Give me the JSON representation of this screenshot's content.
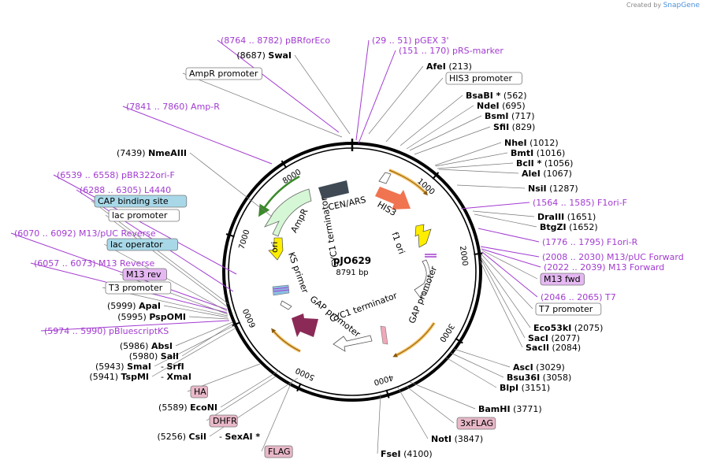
{
  "brand": {
    "prefix": "Created by",
    "name": "SnapGene"
  },
  "plasmid": {
    "name": "pJO629",
    "size": "8791 bp",
    "total_bp": 8791
  },
  "ticks": [
    {
      "bp": 1000,
      "label": "1000"
    },
    {
      "bp": 2000,
      "label": "2000"
    },
    {
      "bp": 3000,
      "label": "3000"
    },
    {
      "bp": 4000,
      "label": "4000"
    },
    {
      "bp": 5000,
      "label": "5000"
    },
    {
      "bp": 6000,
      "label": "6000"
    },
    {
      "bp": 7000,
      "label": "7000"
    },
    {
      "bp": 8000,
      "label": "8000"
    }
  ],
  "inner_features": [
    {
      "label": "CEN/ARS"
    },
    {
      "label": "HIS3"
    },
    {
      "label": "f1 ori"
    },
    {
      "label": "GAP promoter"
    },
    {
      "label": "CYC1 terminator"
    },
    {
      "label": "GAP promoter"
    },
    {
      "label": "CYC1 terminator"
    },
    {
      "label": "KS primer"
    },
    {
      "label": "ori"
    },
    {
      "label": "AmpR"
    }
  ],
  "labels": [
    {
      "name": "pbrforeco",
      "pos": "(8764 .. 8782)",
      "text": "pBRforEco",
      "color": "purple"
    },
    {
      "name": "pgex3",
      "pos": "(29 .. 51)",
      "text": "pGEX 3'",
      "color": "purple"
    },
    {
      "name": "swai",
      "pos": "(8687)",
      "text": "SwaI",
      "color": "black"
    },
    {
      "name": "prs-marker",
      "pos": "(151 .. 170)",
      "text": "pRS-marker",
      "color": "purple"
    },
    {
      "name": "afei",
      "pos": "(213)",
      "text": "AfeI",
      "color": "black"
    },
    {
      "name": "ampr-promoter",
      "text": "AmpR promoter",
      "color": "box-white"
    },
    {
      "name": "his3-promoter",
      "text": "HIS3 promoter",
      "color": "box-white"
    },
    {
      "name": "bsabi",
      "pos": "(562)",
      "text": "BsaBI *",
      "color": "black"
    },
    {
      "name": "ndei",
      "pos": "(695)",
      "text": "NdeI",
      "color": "black"
    },
    {
      "name": "bsmi",
      "pos": "(717)",
      "text": "BsmI",
      "color": "black"
    },
    {
      "name": "sfii",
      "pos": "(829)",
      "text": "SfiI",
      "color": "black"
    },
    {
      "name": "amp-r",
      "pos": "(7841 .. 7860)",
      "text": "Amp-R",
      "color": "purple"
    },
    {
      "name": "nhei",
      "pos": "(1012)",
      "text": "NheI",
      "color": "black"
    },
    {
      "name": "bmti",
      "pos": "(1016)",
      "text": "BmtI",
      "color": "black"
    },
    {
      "name": "nmeaiii",
      "pos": "(7439)",
      "text": "NmeAIII",
      "color": "black"
    },
    {
      "name": "bcli",
      "pos": "(1056)",
      "text": "BclI *",
      "color": "black"
    },
    {
      "name": "alei",
      "pos": "(1067)",
      "text": "AleI",
      "color": "black"
    },
    {
      "name": "pbr322ori-f",
      "pos": "(6539 .. 6558)",
      "text": "pBR322ori-F",
      "color": "purple"
    },
    {
      "name": "nsii",
      "pos": "(1287)",
      "text": "NsiI",
      "color": "black"
    },
    {
      "name": "l4440",
      "pos": "(6288 .. 6305)",
      "text": "L4440",
      "color": "purple"
    },
    {
      "name": "f1ori-f",
      "pos": "(1564 .. 1585)",
      "text": "F1ori-F",
      "color": "purple"
    },
    {
      "name": "cap-binding-site",
      "text": "CAP binding site",
      "color": "box-blue"
    },
    {
      "name": "draiii",
      "pos": "(1651)",
      "text": "DraIII",
      "color": "black"
    },
    {
      "name": "lac-promoter",
      "text": "lac promoter",
      "color": "box-white"
    },
    {
      "name": "btgzi",
      "pos": "(1652)",
      "text": "BtgZI",
      "color": "black"
    },
    {
      "name": "m13-puc-reverse",
      "pos": "(6070 .. 6092)",
      "text": "M13/pUC Reverse",
      "color": "purple"
    },
    {
      "name": "f1ori-r",
      "pos": "(1776 .. 1795)",
      "text": "F1ori-R",
      "color": "purple"
    },
    {
      "name": "lac-operator",
      "text": "lac operator",
      "color": "box-blue"
    },
    {
      "name": "m13-puc-forward",
      "pos": "(2008 .. 2030)",
      "text": "M13/pUC Forward",
      "color": "purple"
    },
    {
      "name": "m13-reverse",
      "pos": "(6057 .. 6073)",
      "text": "M13 Reverse",
      "color": "purple"
    },
    {
      "name": "m13-forward",
      "pos": "(2022 .. 2039)",
      "text": "M13 Forward",
      "color": "purple"
    },
    {
      "name": "m13-rev",
      "text": "M13 rev",
      "color": "box-purple"
    },
    {
      "name": "m13-fwd",
      "text": "M13 fwd",
      "color": "box-purple"
    },
    {
      "name": "t3-promoter",
      "text": "T3 promoter",
      "color": "box-white"
    },
    {
      "name": "t7",
      "pos": "(2046 .. 2065)",
      "text": "T7",
      "color": "purple"
    },
    {
      "name": "apai",
      "pos": "(5999)",
      "text": "ApaI",
      "color": "black"
    },
    {
      "name": "pspomi",
      "pos": "(5995)",
      "text": "PspOMI",
      "color": "black"
    },
    {
      "name": "t7-promoter",
      "text": "T7 promoter",
      "color": "box-white"
    },
    {
      "name": "pbluescriptks",
      "pos": "(5974 .. 5990)",
      "text": "pBluescriptKS",
      "color": "purple"
    },
    {
      "name": "eco53ki",
      "pos": "(2075)",
      "text": "Eco53kI",
      "color": "black"
    },
    {
      "name": "saci",
      "pos": "(2077)",
      "text": "SacI",
      "color": "black"
    },
    {
      "name": "absi",
      "pos": "(5986)",
      "text": "AbsI",
      "color": "black"
    },
    {
      "name": "sacii",
      "pos": "(2084)",
      "text": "SacII",
      "color": "black"
    },
    {
      "name": "sali",
      "pos": "(5980)",
      "text": "SalI",
      "color": "black"
    },
    {
      "name": "smai",
      "pos": "(5943)",
      "text": "SmaI",
      "color": "black"
    },
    {
      "name": "srfi",
      "text": "SrfI",
      "color": "black"
    },
    {
      "name": "asci",
      "pos": "(3029)",
      "text": "AscI",
      "color": "black"
    },
    {
      "name": "tspmi",
      "pos": "(5941)",
      "text": "TspMI",
      "color": "black"
    },
    {
      "name": "xmai",
      "text": "XmaI",
      "color": "black"
    },
    {
      "name": "bsu36i",
      "pos": "(3058)",
      "text": "Bsu36I",
      "color": "black"
    },
    {
      "name": "blpi",
      "pos": "(3151)",
      "text": "BlpI",
      "color": "black"
    },
    {
      "name": "ha",
      "text": "HA",
      "color": "box-pink"
    },
    {
      "name": "econi",
      "pos": "(5589)",
      "text": "EcoNI",
      "color": "black"
    },
    {
      "name": "bamhi",
      "pos": "(3771)",
      "text": "BamHI",
      "color": "black"
    },
    {
      "name": "dhfr",
      "text": "DHFR",
      "color": "box-pink"
    },
    {
      "name": "3xflag",
      "text": "3xFLAG",
      "color": "box-pink"
    },
    {
      "name": "csii",
      "pos": "(5256)",
      "text": "CsiI",
      "color": "black"
    },
    {
      "name": "sexai",
      "text": "SexAI *",
      "color": "black"
    },
    {
      "name": "noti",
      "pos": "(3847)",
      "text": "NotI",
      "color": "black"
    },
    {
      "name": "flag",
      "text": "FLAG",
      "color": "box-pink"
    },
    {
      "name": "fsei",
      "pos": "(4100)",
      "text": "FseI",
      "color": "black"
    }
  ]
}
